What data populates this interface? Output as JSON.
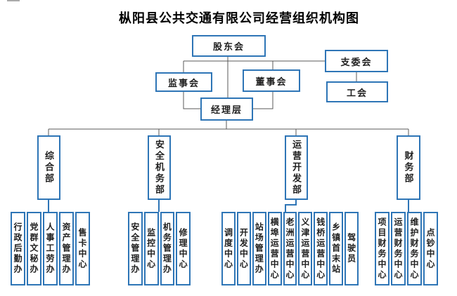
{
  "title": "枞阳县公共交通有限公司经营组织机构图",
  "governance": {
    "shareholders": "股东会",
    "party_branch": "支委会",
    "supervisors": "监事会",
    "directors": "董事会",
    "union": "工会",
    "managers": "经理层"
  },
  "departments": [
    {
      "label": "综合部",
      "sub": [
        "行政后勤办",
        "党群文秘办",
        "人事工劳办",
        "资产管理办",
        "售卡中心"
      ]
    },
    {
      "label": "安全机务部",
      "sub": [
        "安全管理办",
        "监控中心",
        "机务管理办",
        "修理中心"
      ]
    },
    {
      "label": "运营开发部",
      "sub": [
        "调度中心",
        "开发中心",
        "站场管理办",
        "横埠运营中心",
        "老洲运营中心",
        "义津运营中心",
        "钱桥运营中心",
        "乡镇首末站",
        "驾驶员"
      ]
    },
    {
      "label": "财务部",
      "sub": [
        "项目财务中心",
        "运营财务中心",
        "维护财务中心",
        "点钞中心"
      ]
    }
  ],
  "colors": {
    "box_border": "#2E75B6",
    "connector_gray": "#595959",
    "connector_blue": "#2E75B6",
    "text": "#1f1f1f"
  }
}
